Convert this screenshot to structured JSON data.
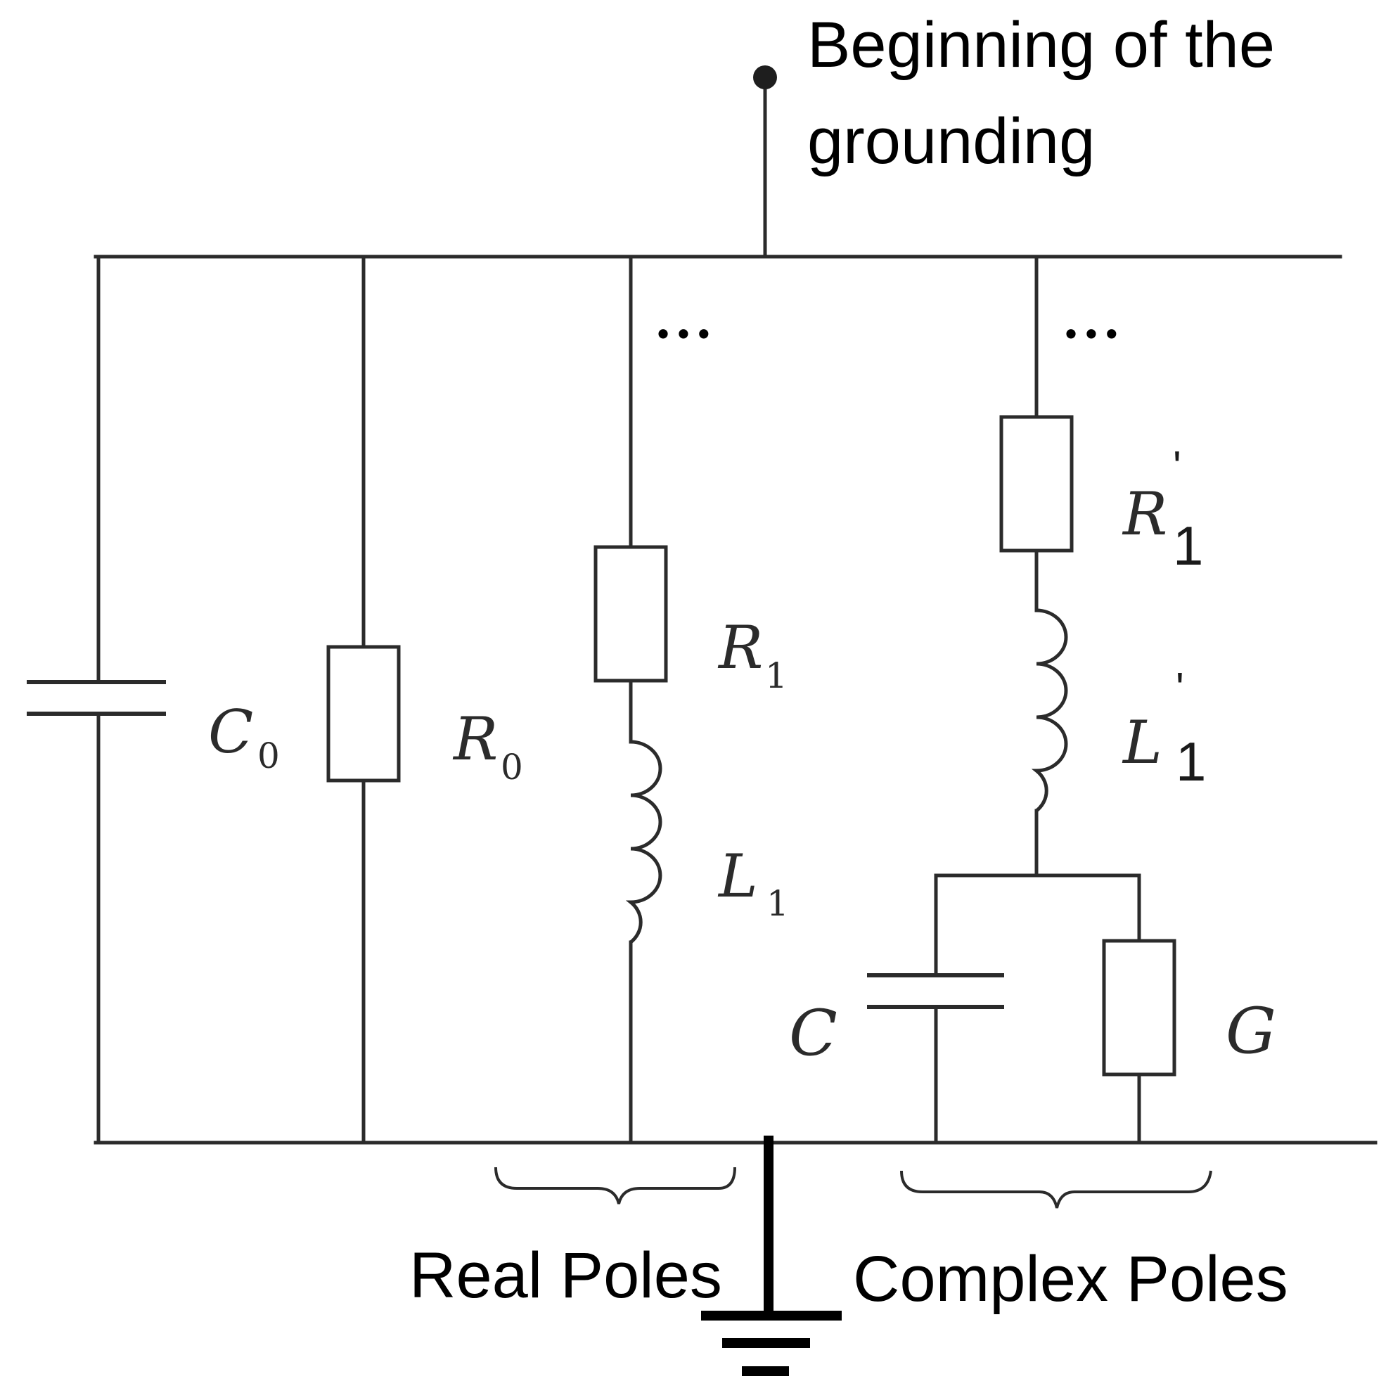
{
  "terminal_label_line1": "Beginning of the",
  "terminal_label_line2": "grounding",
  "ellipsis": "• • •",
  "components": {
    "C0": {
      "symbol": "C",
      "sub": "0"
    },
    "R0": {
      "symbol": "R",
      "sub": "0"
    },
    "R1": {
      "symbol": "R",
      "sub": "1"
    },
    "L1": {
      "symbol": "L",
      "sub": "1"
    },
    "R1p": {
      "symbol": "R",
      "sub": "1",
      "prime": "'"
    },
    "L1p": {
      "symbol": "L",
      "sub": "1",
      "prime": "'"
    },
    "C": {
      "symbol": "C"
    },
    "G": {
      "symbol": "G"
    }
  },
  "groups": {
    "real": "Real Poles",
    "complex": "Complex Poles"
  }
}
